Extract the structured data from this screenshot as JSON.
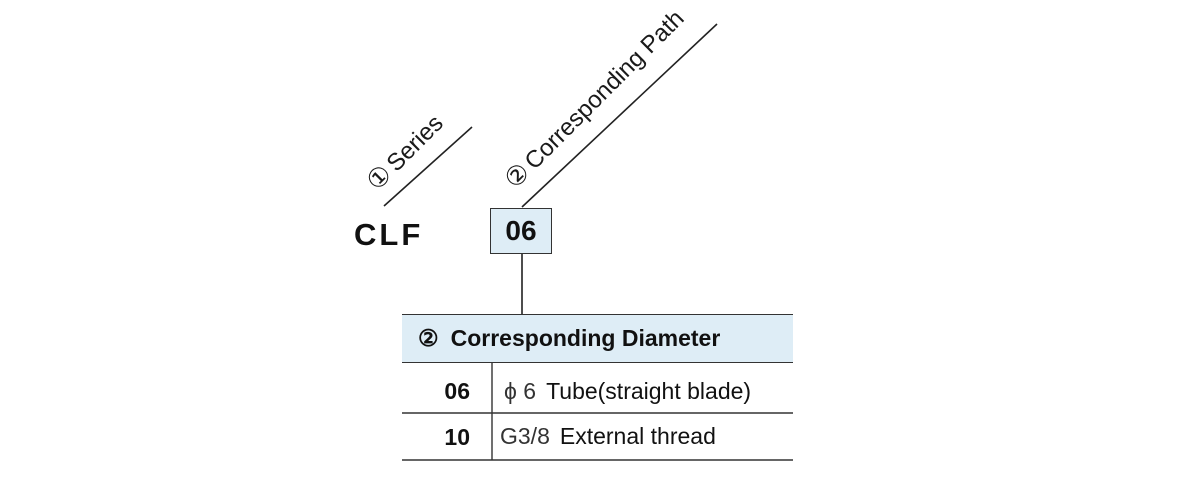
{
  "series": {
    "label_num": "①",
    "label": "Series",
    "code": "CLF"
  },
  "path": {
    "label_num": "②",
    "label": "Corresponding Path",
    "code": "06"
  },
  "table": {
    "header_num": "②",
    "header_label": "Corresponding Diameter",
    "rows": [
      {
        "code": "06",
        "prefix": "ϕ 6",
        "description": "Tube(straight blade)"
      },
      {
        "code": "10",
        "prefix": "G3/8",
        "description": "External thread"
      }
    ]
  }
}
